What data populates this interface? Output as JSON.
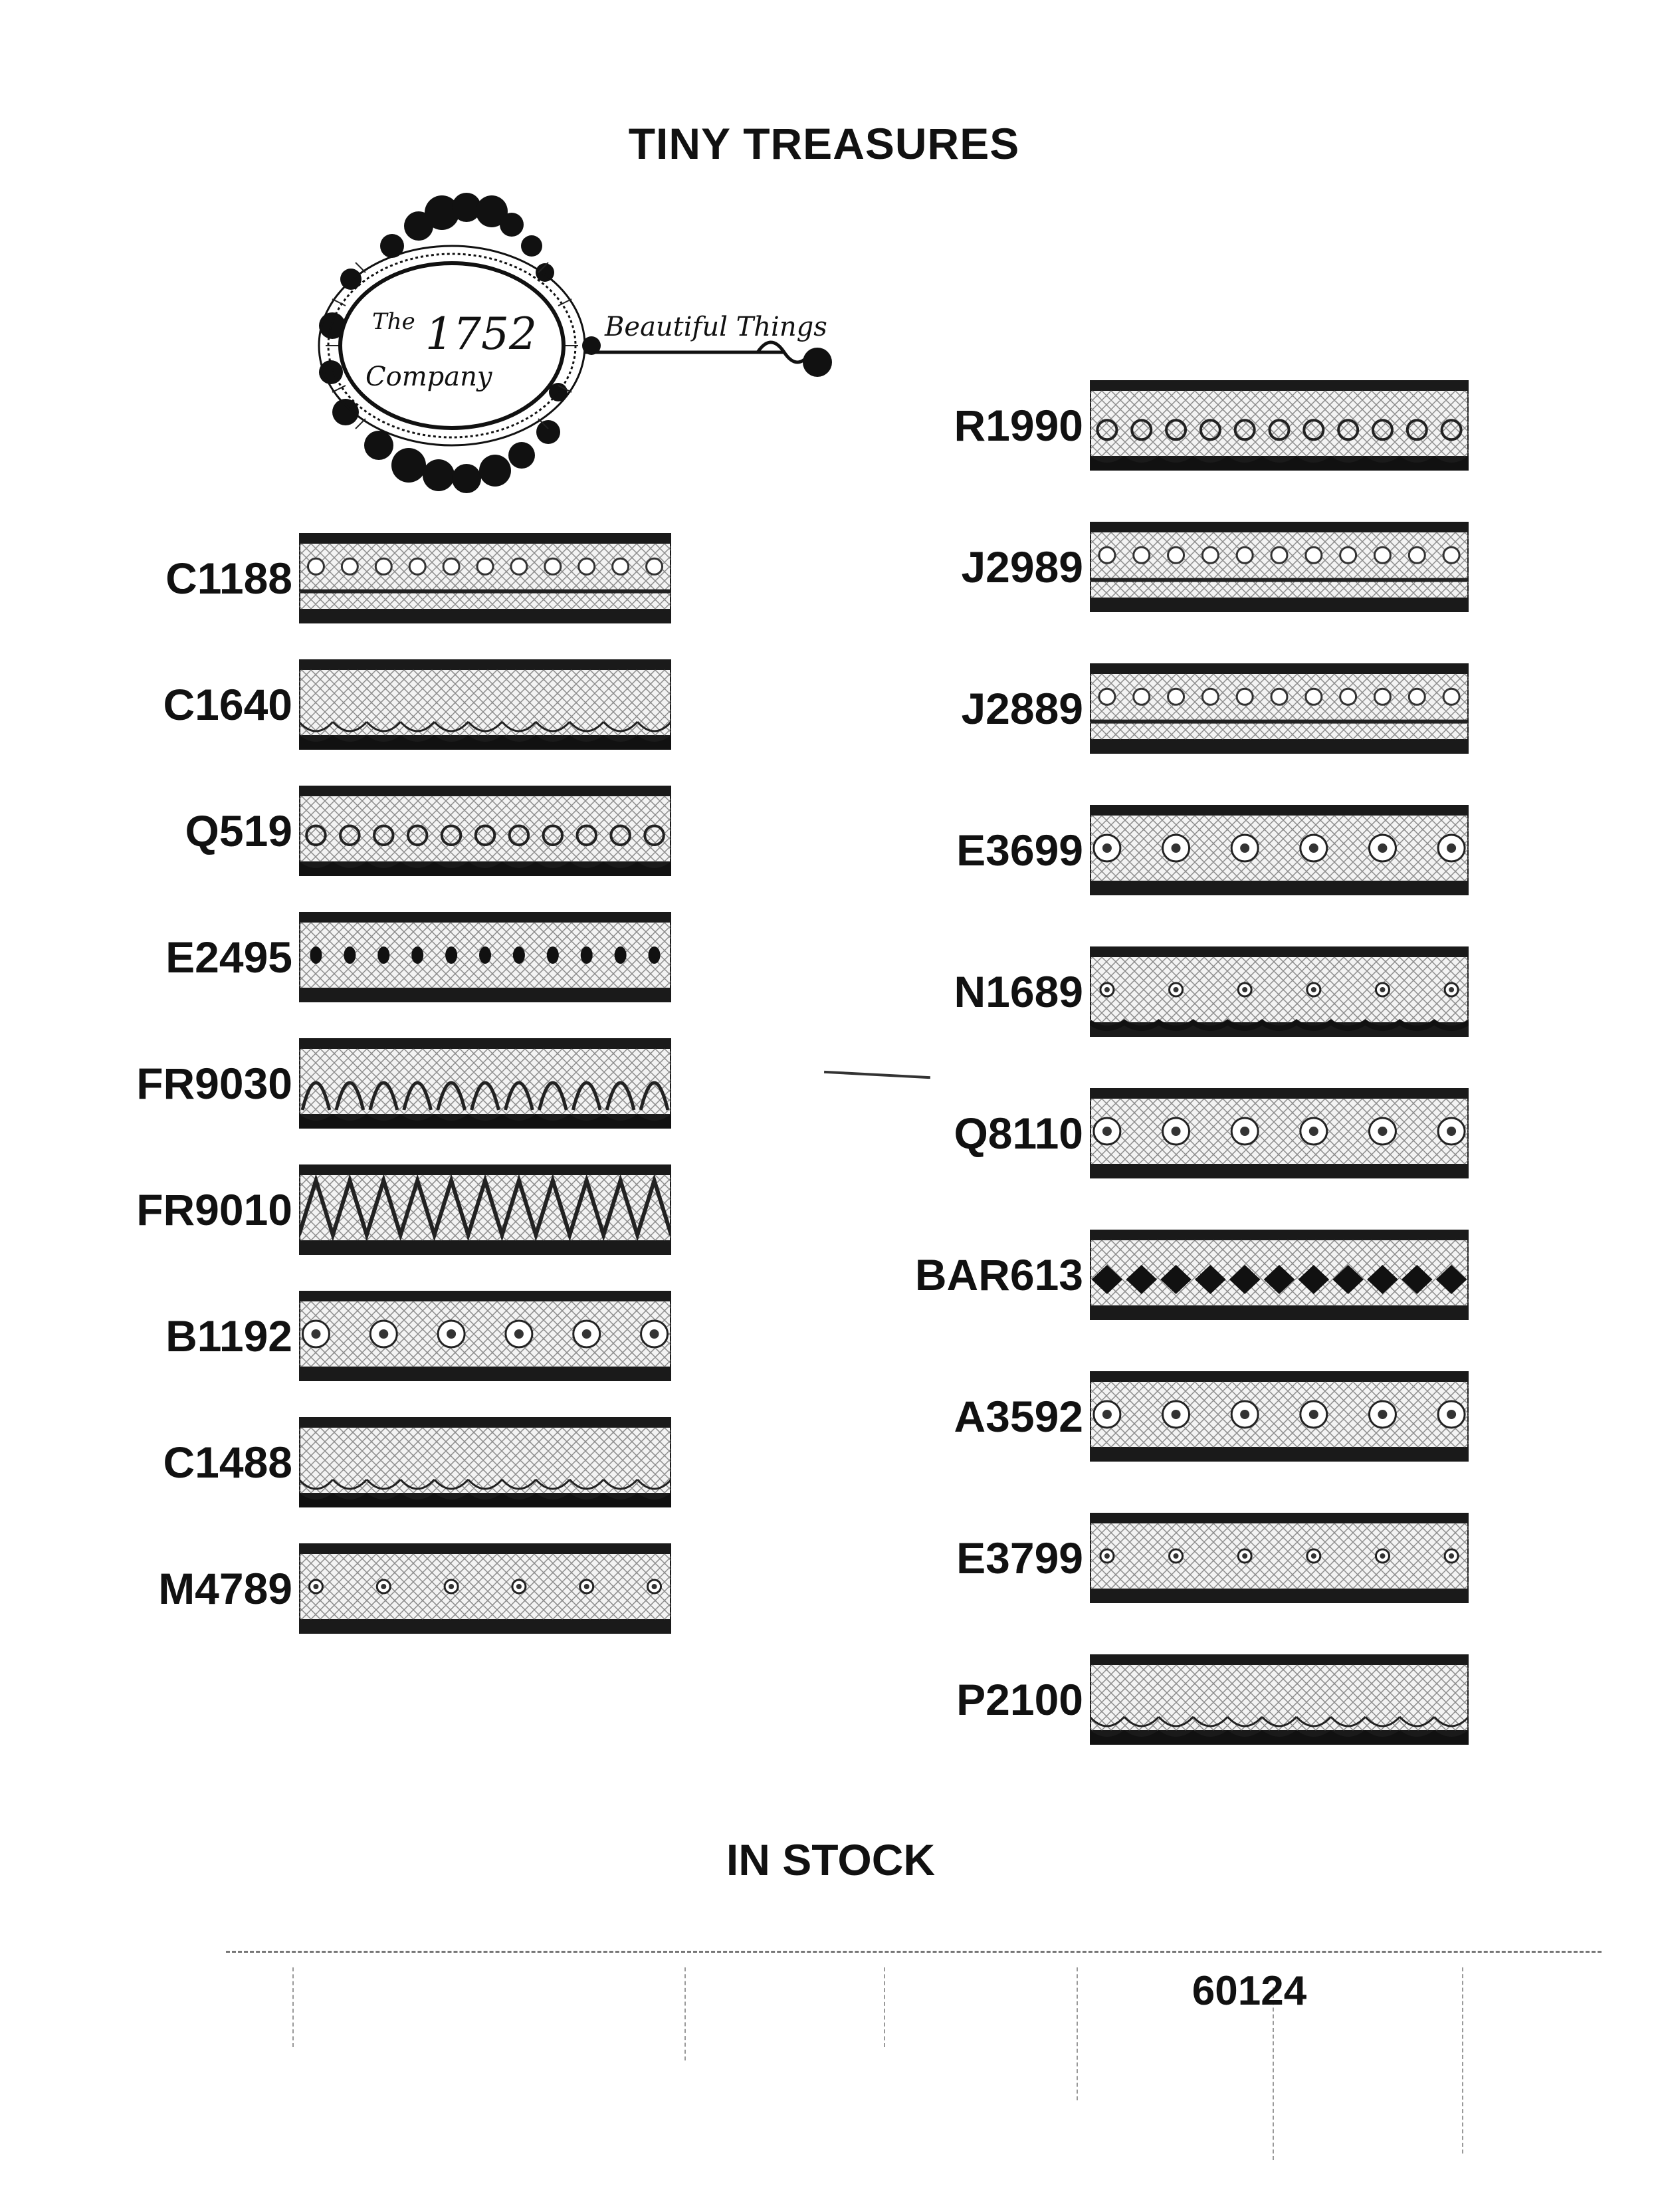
{
  "title": "TINY TREASURES",
  "logo": {
    "line1": "The",
    "year": "1752",
    "line2": "Company",
    "tagline": "Beautiful Things"
  },
  "left_column": [
    {
      "code": "C1188",
      "style": "band"
    },
    {
      "code": "C1640",
      "style": "scallop"
    },
    {
      "code": "Q519",
      "style": "loops"
    },
    {
      "code": "E2495",
      "style": "eyelet"
    },
    {
      "code": "FR9030",
      "style": "arches"
    },
    {
      "code": "FR9010",
      "style": "braid"
    },
    {
      "code": "B1192",
      "style": "floral"
    },
    {
      "code": "C1488",
      "style": "scallop"
    },
    {
      "code": "M4789",
      "style": "mesh"
    }
  ],
  "right_column": [
    {
      "code": "R1990",
      "style": "loops"
    },
    {
      "code": "J2989",
      "style": "band"
    },
    {
      "code": "J2889",
      "style": "band"
    },
    {
      "code": "E3699",
      "style": "floral"
    },
    {
      "code": "N1689",
      "style": "wave"
    },
    {
      "code": "Q8110",
      "style": "floral"
    },
    {
      "code": "BAR613",
      "style": "diamond"
    },
    {
      "code": "A3592",
      "style": "floral"
    },
    {
      "code": "E3799",
      "style": "mesh"
    },
    {
      "code": "P2100",
      "style": "scallop"
    }
  ],
  "footer_label": "IN STOCK",
  "doc_number": "60124"
}
